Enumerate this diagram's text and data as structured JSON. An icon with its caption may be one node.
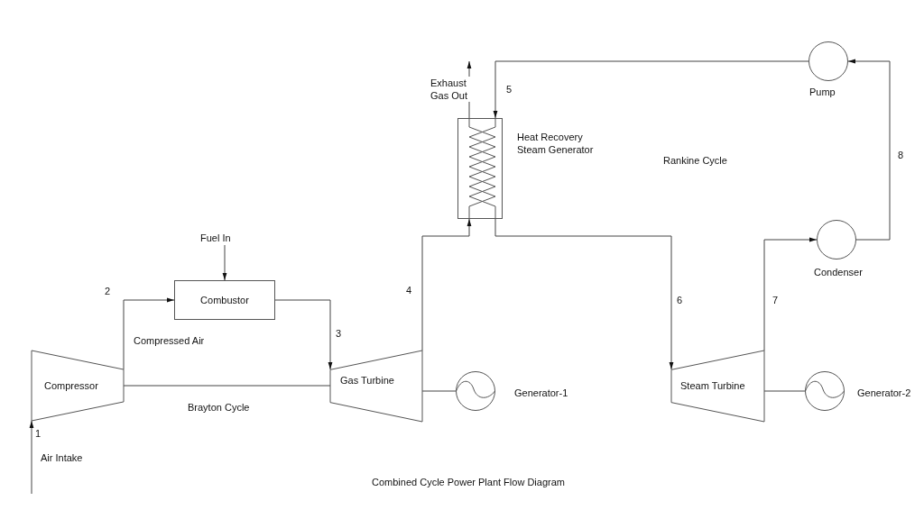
{
  "diagram": {
    "caption": "Combined Cycle Power Plant Flow Diagram",
    "nodes": [
      {
        "text": [
          "Compressor"
        ]
      },
      {
        "text": [
          "Combustor"
        ]
      },
      {
        "text": [
          "Gas Turbine"
        ]
      },
      {
        "text": [
          "Generator-1"
        ]
      },
      {
        "text": [
          "Heat Recovery Steam Generator"
        ]
      },
      {
        "text": [
          "Steam Turbine"
        ]
      },
      {
        "text": [
          "Generator-2"
        ]
      },
      {
        "text": [
          "Condenser"
        ]
      },
      {
        "text": [
          "Pump"
        ]
      }
    ],
    "edges": [
      {
        "from": null,
        "to": 0,
        "arrow": "to",
        "label": "Air Intake"
      },
      {
        "from": null,
        "to": 1,
        "arrow": "to",
        "label": "Fuel In"
      },
      {
        "from": 0,
        "to": 1,
        "arrow": "to",
        "label": "Compressed Air"
      },
      {
        "from": 1,
        "to": 2,
        "arrow": "to"
      },
      {
        "from": 0,
        "to": 2,
        "arrow": "none"
      },
      {
        "from": 2,
        "to": 3,
        "arrow": "none"
      },
      {
        "from": 2,
        "to": 4,
        "arrow": "to"
      },
      {
        "from": 4,
        "to": null,
        "arrow": "to",
        "label": "Exhaust Gas Out"
      },
      {
        "from": 4,
        "to": 5,
        "arrow": "to"
      },
      {
        "from": 5,
        "to": 6,
        "arrow": "none"
      },
      {
        "from": 5,
        "to": 7,
        "arrow": "to"
      },
      {
        "from": 7,
        "to": 8,
        "arrow": "to"
      },
      {
        "from": 8,
        "to": 4,
        "arrow": "to"
      }
    ],
    "labels": [
      "1",
      "2",
      "3",
      "4",
      "5",
      "6",
      "7",
      "8",
      "Brayton Cycle",
      "Rankine Cycle"
    ]
  }
}
